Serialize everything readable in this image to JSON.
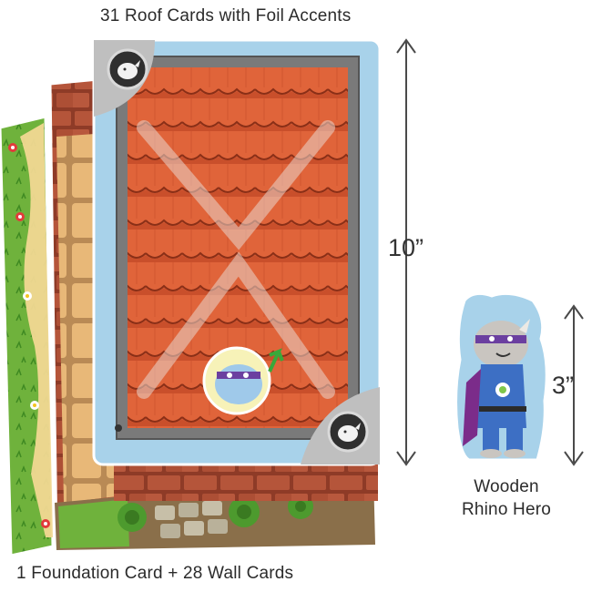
{
  "captions": {
    "roof_cards": "31 Roof Cards with Foil Accents",
    "foundation_wall": "1 Foundation Card + 28 Wall Cards",
    "hero_line1": "Wooden",
    "hero_line2": "Rhino Hero"
  },
  "dimensions": {
    "card_height": "10”",
    "hero_height": "3”"
  },
  "icons": {
    "rhino_badge": "rhino-head-icon",
    "direction_arrow": "green-arrow-icon"
  },
  "colors": {
    "roof_tile": "#e0643a",
    "sky_frame": "#a8d2ea",
    "grass": "#6fb23c",
    "brick": "#b5553a",
    "sand_brick": "#e8b878",
    "hero_suit": "#3d6fc4",
    "mask": "#6b3fa0"
  }
}
